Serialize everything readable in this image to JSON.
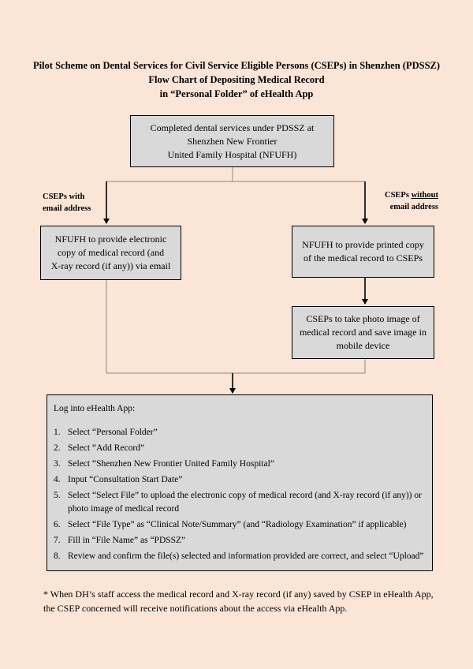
{
  "title": {
    "line1": "Pilot Scheme on Dental Services for Civil Service Eligible Persons (CSEPs) in Shenzhen (PDSSZ)",
    "line2": "Flow Chart of Depositing Medical Record",
    "line3": "in “Personal Folder” of eHealth App"
  },
  "start_box": {
    "line1": "Completed dental services under PDSSZ at",
    "line2": "Shenzhen New Frontier",
    "line3": "United Family Hospital (NFUFH)"
  },
  "branch_left_label": {
    "line1": "CSEPs with",
    "line2": "email address"
  },
  "branch_right_label": {
    "prefix": "CSEPs ",
    "emphasis": "without",
    "line2": "email address"
  },
  "left_box": {
    "line1": "NFUFH to provide electronic",
    "line2": "copy of medical record (and",
    "line3": "X-ray record (if any)) via email"
  },
  "right_box": {
    "line1": "NFUFH to provide printed copy",
    "line2": "of the medical record to CSEPs"
  },
  "photo_box": {
    "line1": "CSEPs to take photo image of",
    "line2": "medical record and save image in",
    "line3": "mobile device"
  },
  "steps": {
    "heading": "Log into eHealth App:",
    "items": [
      {
        "num": "1.",
        "text": "Select “Personal Folder”"
      },
      {
        "num": "2.",
        "text": "Select “Add Record”"
      },
      {
        "num": "3.",
        "text": "Select “Shenzhen New Frontier United Family Hospital”"
      },
      {
        "num": "4.",
        "text": "Input “Consultation Start Date”"
      },
      {
        "num": "5.",
        "text": "Select “Select File” to upload the electronic copy of medical record (and X-ray record (if any)) or photo image of medical record"
      },
      {
        "num": "6.",
        "text": "Select “File Type” as “Clinical Note/Summary” (and “Radiology Examination” if applicable)"
      },
      {
        "num": "7.",
        "text": "Fill in “File Name” as “PDSSZ”"
      },
      {
        "num": "8.",
        "text": "Review and confirm the file(s) selected and information provided are correct, and select “Upload”"
      }
    ]
  },
  "footnote": "* When DH’s staff access the medical record and X-ray record (if any) saved by CSEP in eHealth App, the CSEP concerned will receive notifications about the access via eHealth App."
}
